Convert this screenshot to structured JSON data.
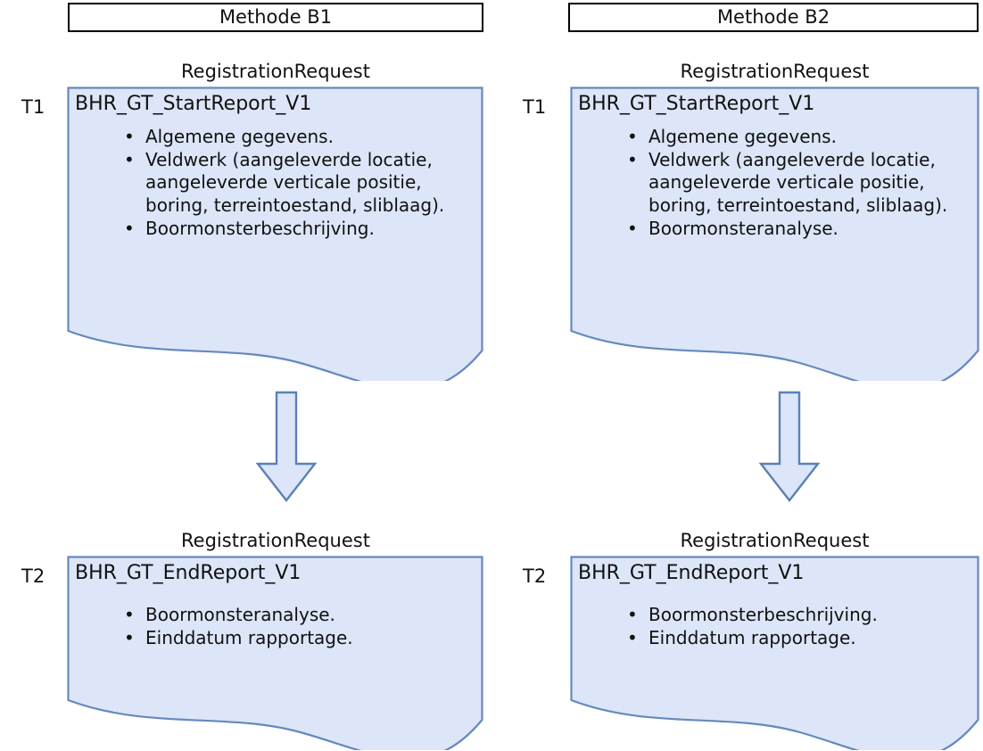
{
  "colors": {
    "doc_fill": "#DCE6F8",
    "doc_stroke": "#6688BE",
    "arrow_fill": "#DCE6F8",
    "arrow_stroke": "#5B80B8",
    "header_border": "#000000",
    "text": "#111111"
  },
  "columns": [
    {
      "key": "b1",
      "header": "Methode B1",
      "steps": [
        {
          "time_label": "T1",
          "caption": "RegistrationRequest",
          "title": "BHR_GT_StartReport_V1",
          "bullets": [
            "Algemene gegevens.",
            "Veldwerk (aangeleverde locatie, aangeleverde verticale positie, boring, terreintoestand, sliblaag).",
            "Boormonsterbeschrijving."
          ]
        },
        {
          "time_label": "T2",
          "caption": "RegistrationRequest",
          "title": "BHR_GT_EndReport_V1",
          "bullets": [
            "Boormonsteranalyse.",
            "Einddatum rapportage."
          ]
        }
      ]
    },
    {
      "key": "b2",
      "header": "Methode B2",
      "steps": [
        {
          "time_label": "T1",
          "caption": "RegistrationRequest",
          "title": "BHR_GT_StartReport_V1",
          "bullets": [
            "Algemene gegevens.",
            "Veldwerk (aangeleverde locatie, aangeleverde verticale positie, boring, terreintoestand, sliblaag).",
            "Boormonsteranalyse."
          ]
        },
        {
          "time_label": "T2",
          "caption": "RegistrationRequest",
          "title": "BHR_GT_EndReport_V1",
          "bullets": [
            "Boormonsterbeschrijving.",
            "Einddatum rapportage."
          ]
        }
      ]
    }
  ],
  "arrows": [
    {
      "name": "flow-arrow-b1",
      "direction": "down"
    },
    {
      "name": "flow-arrow-b2",
      "direction": "down"
    }
  ]
}
